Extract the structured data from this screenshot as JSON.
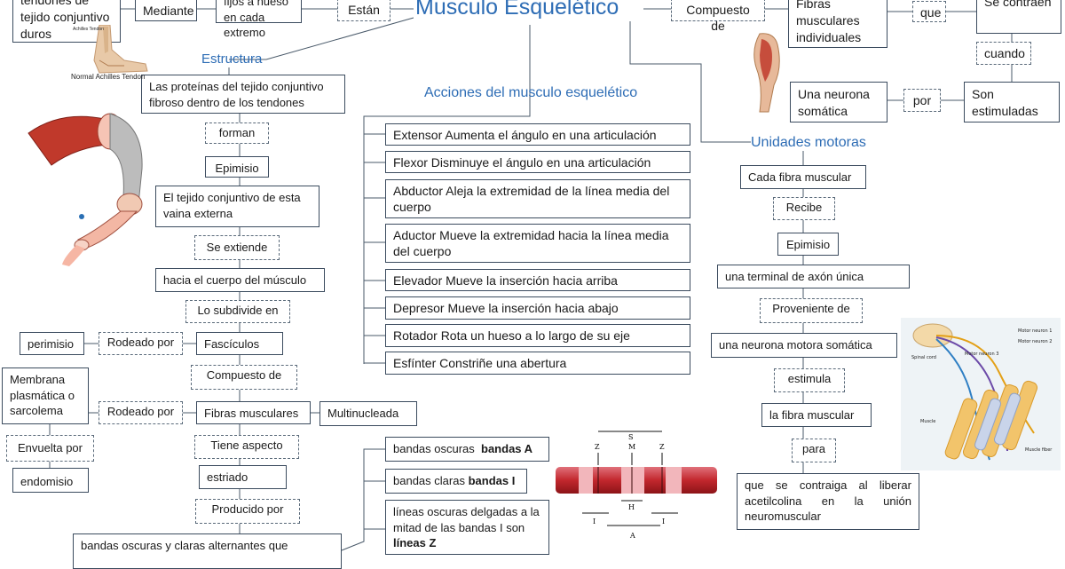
{
  "title": "Musculo Esquelético",
  "headings": {
    "estructura": "Estructura",
    "acciones": "Acciones del musculo esquelético",
    "unidades": "Unidades motoras"
  },
  "top": {
    "tendones": "tendones de tejido conjuntivo duros",
    "mediante": "Mediante",
    "fijos": "fijos a hueso en cada extremo",
    "estan": "Están",
    "compuesto": "Compuesto de",
    "fibras_ind": "Fibras musculares individuales",
    "que": "que",
    "se_contraen": "Se contraen",
    "cuando": "cuando",
    "neurona_somatica": "Una neurona somática",
    "por": "por",
    "son_estimuladas": "Son estimuladas"
  },
  "achilles_caption": "Normal Achilles Tendon",
  "estructura": {
    "proteinas": "Las proteínas del tejido conjuntivo fibroso dentro de los tendones",
    "forman": "forman",
    "epimisio": "Epimisio",
    "tejido_vaina": "El tejido conjuntivo de esta vaina externa",
    "se_extiende": "Se extiende",
    "hacia": "hacia el cuerpo del músculo",
    "subdivide": "Lo subdivide en",
    "fasciculos": "Fascículos",
    "rodeado1": "Rodeado por",
    "perimisio": "perimisio",
    "compuesto": "Compuesto de",
    "fibras": "Fibras musculares",
    "multinucleada": "Multinucleada",
    "rodeado2": "Rodeado por",
    "membrana": "Membrana plasmática o sarcolema",
    "envuelta": "Envuelta por",
    "endomisio": "endomisio",
    "tiene_aspecto": "Tiene aspecto",
    "estriado": "estriado",
    "producido": "Producido por",
    "bandas_alt": "bandas oscuras y claras alternantes que"
  },
  "bandas": {
    "oscuras_pre": "bandas oscuras",
    "oscuras_bold": "bandas A",
    "claras_pre": "bandas claras",
    "claras_bold": "bandas I",
    "lineas_pre": "líneas oscuras delgadas a la mitad de las bandas I son",
    "lineas_bold": "líneas Z"
  },
  "sarcomere_labels": {
    "s": "S",
    "z1": "Z",
    "m": "M",
    "z2": "Z",
    "h": "H",
    "i1": "I",
    "i2": "I",
    "a": "A"
  },
  "acciones": [
    "Extensor Aumenta el ángulo en una articulación",
    "Flexor Disminuye el ángulo en una articulación",
    "Abductor Aleja la extremidad de la línea media del cuerpo",
    "Aductor Mueve la extremidad hacia la línea media del cuerpo",
    "Elevador Mueve la inserción hacia arriba",
    "Depresor Mueve la inserción hacia abajo",
    "Rotador Rota un hueso a lo largo de su eje",
    "Esfínter Constriñe una abertura"
  ],
  "unidades": {
    "cada_fibra": "Cada fibra muscular",
    "recibe": "Recibe",
    "epimisio": "Epimisio",
    "terminal": "una terminal de axón única",
    "proveniente": "Proveniente de",
    "neurona_motora": "una neurona motora somática",
    "estimula": "estimula",
    "fibra": "la fibra muscular",
    "para": "para",
    "que_se": "que se contraiga al liberar acetilcolina en la unión neuromuscular"
  },
  "neuron_labels": {
    "mn1": "Motor neuron 1",
    "mn2": "Motor neuron 2",
    "mn3": "Motor neuron 3",
    "spinal": "Spinal cord",
    "muscle": "Muscle",
    "fiber": "Muscle fiber"
  }
}
